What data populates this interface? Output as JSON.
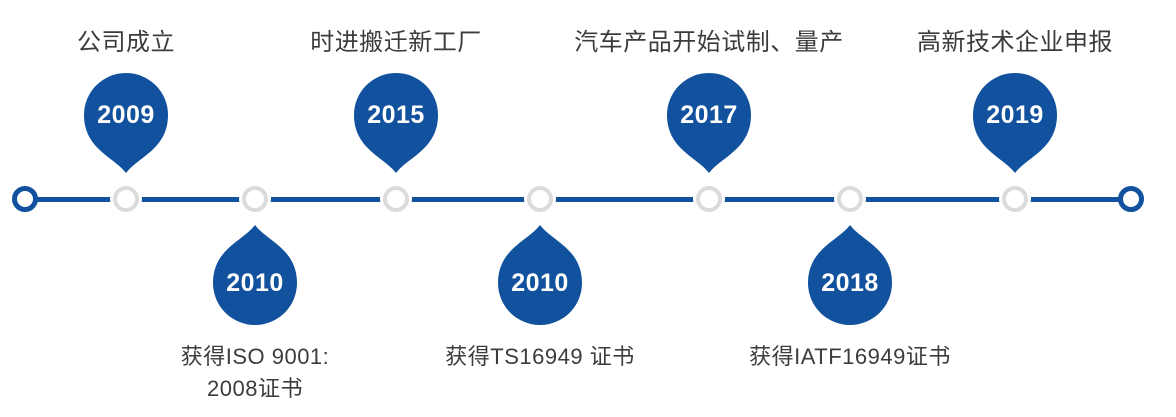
{
  "diagram": {
    "type": "company-history-timeline",
    "milestones": [
      {
        "year": "2009",
        "side": "above",
        "label_lines": [
          "公司成立"
        ]
      },
      {
        "year": "2010",
        "side": "below",
        "label_lines": [
          "获得ISO 9001:",
          "2008证书"
        ]
      },
      {
        "year": "2015",
        "side": "above",
        "label_lines": [
          "时进搬迁新工厂"
        ]
      },
      {
        "year": "2010",
        "side": "below",
        "label_lines": [
          "获得TS16949 证书"
        ]
      },
      {
        "year": "2017",
        "side": "above",
        "label_lines": [
          "汽车产品开始试制、量产"
        ]
      },
      {
        "year": "2018",
        "side": "below",
        "label_lines": [
          "获得IATF16949证书"
        ]
      },
      {
        "year": "2019",
        "side": "above",
        "label_lines": [
          "高新技术企业申报"
        ]
      }
    ]
  },
  "colors": {
    "accent_blue": "#11519E",
    "node_ring_gray": "#DBDBDB",
    "label_text": "#3C3C3C",
    "year_text": "#FFFFFF",
    "background": "#FFFFFF"
  }
}
